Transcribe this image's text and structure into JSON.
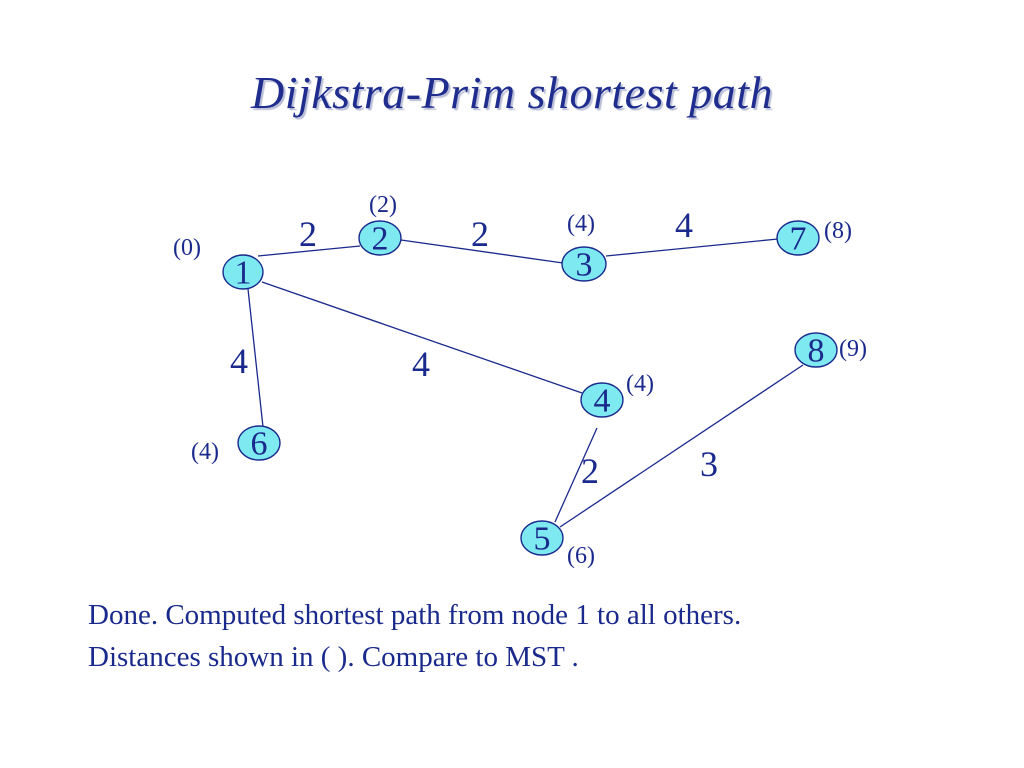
{
  "title": "Dijkstra-Prim  shortest path",
  "colors": {
    "node_fill": "#7fe9f1",
    "node_stroke": "#1a2a8c",
    "edge": "#1a2a8c",
    "text": "#1a2a8c",
    "title": "#1f2d8f"
  },
  "nodes": [
    {
      "id": "1",
      "label": "1",
      "distance": "(0)"
    },
    {
      "id": "2",
      "label": "2",
      "distance": "(2)"
    },
    {
      "id": "3",
      "label": "3",
      "distance": "(4)"
    },
    {
      "id": "7",
      "label": "7",
      "distance": "(8)"
    },
    {
      "id": "4",
      "label": "4",
      "distance": "(4)"
    },
    {
      "id": "6",
      "label": "6",
      "distance": "(4)"
    },
    {
      "id": "5",
      "label": "5",
      "distance": "(6)"
    },
    {
      "id": "8",
      "label": "8",
      "distance": "(9)"
    }
  ],
  "edges": [
    {
      "from": "1",
      "to": "2",
      "weight": "2"
    },
    {
      "from": "2",
      "to": "3",
      "weight": "2"
    },
    {
      "from": "3",
      "to": "7",
      "weight": "4"
    },
    {
      "from": "1",
      "to": "6",
      "weight": "4"
    },
    {
      "from": "1",
      "to": "4",
      "weight": "4"
    },
    {
      "from": "4",
      "to": "5",
      "weight": "2"
    },
    {
      "from": "5",
      "to": "8",
      "weight": "3"
    }
  ],
  "caption": {
    "line1": "Done. Computed shortest path from node 1 to all others.",
    "line2": "Distances shown in ( ). Compare to MST ."
  }
}
